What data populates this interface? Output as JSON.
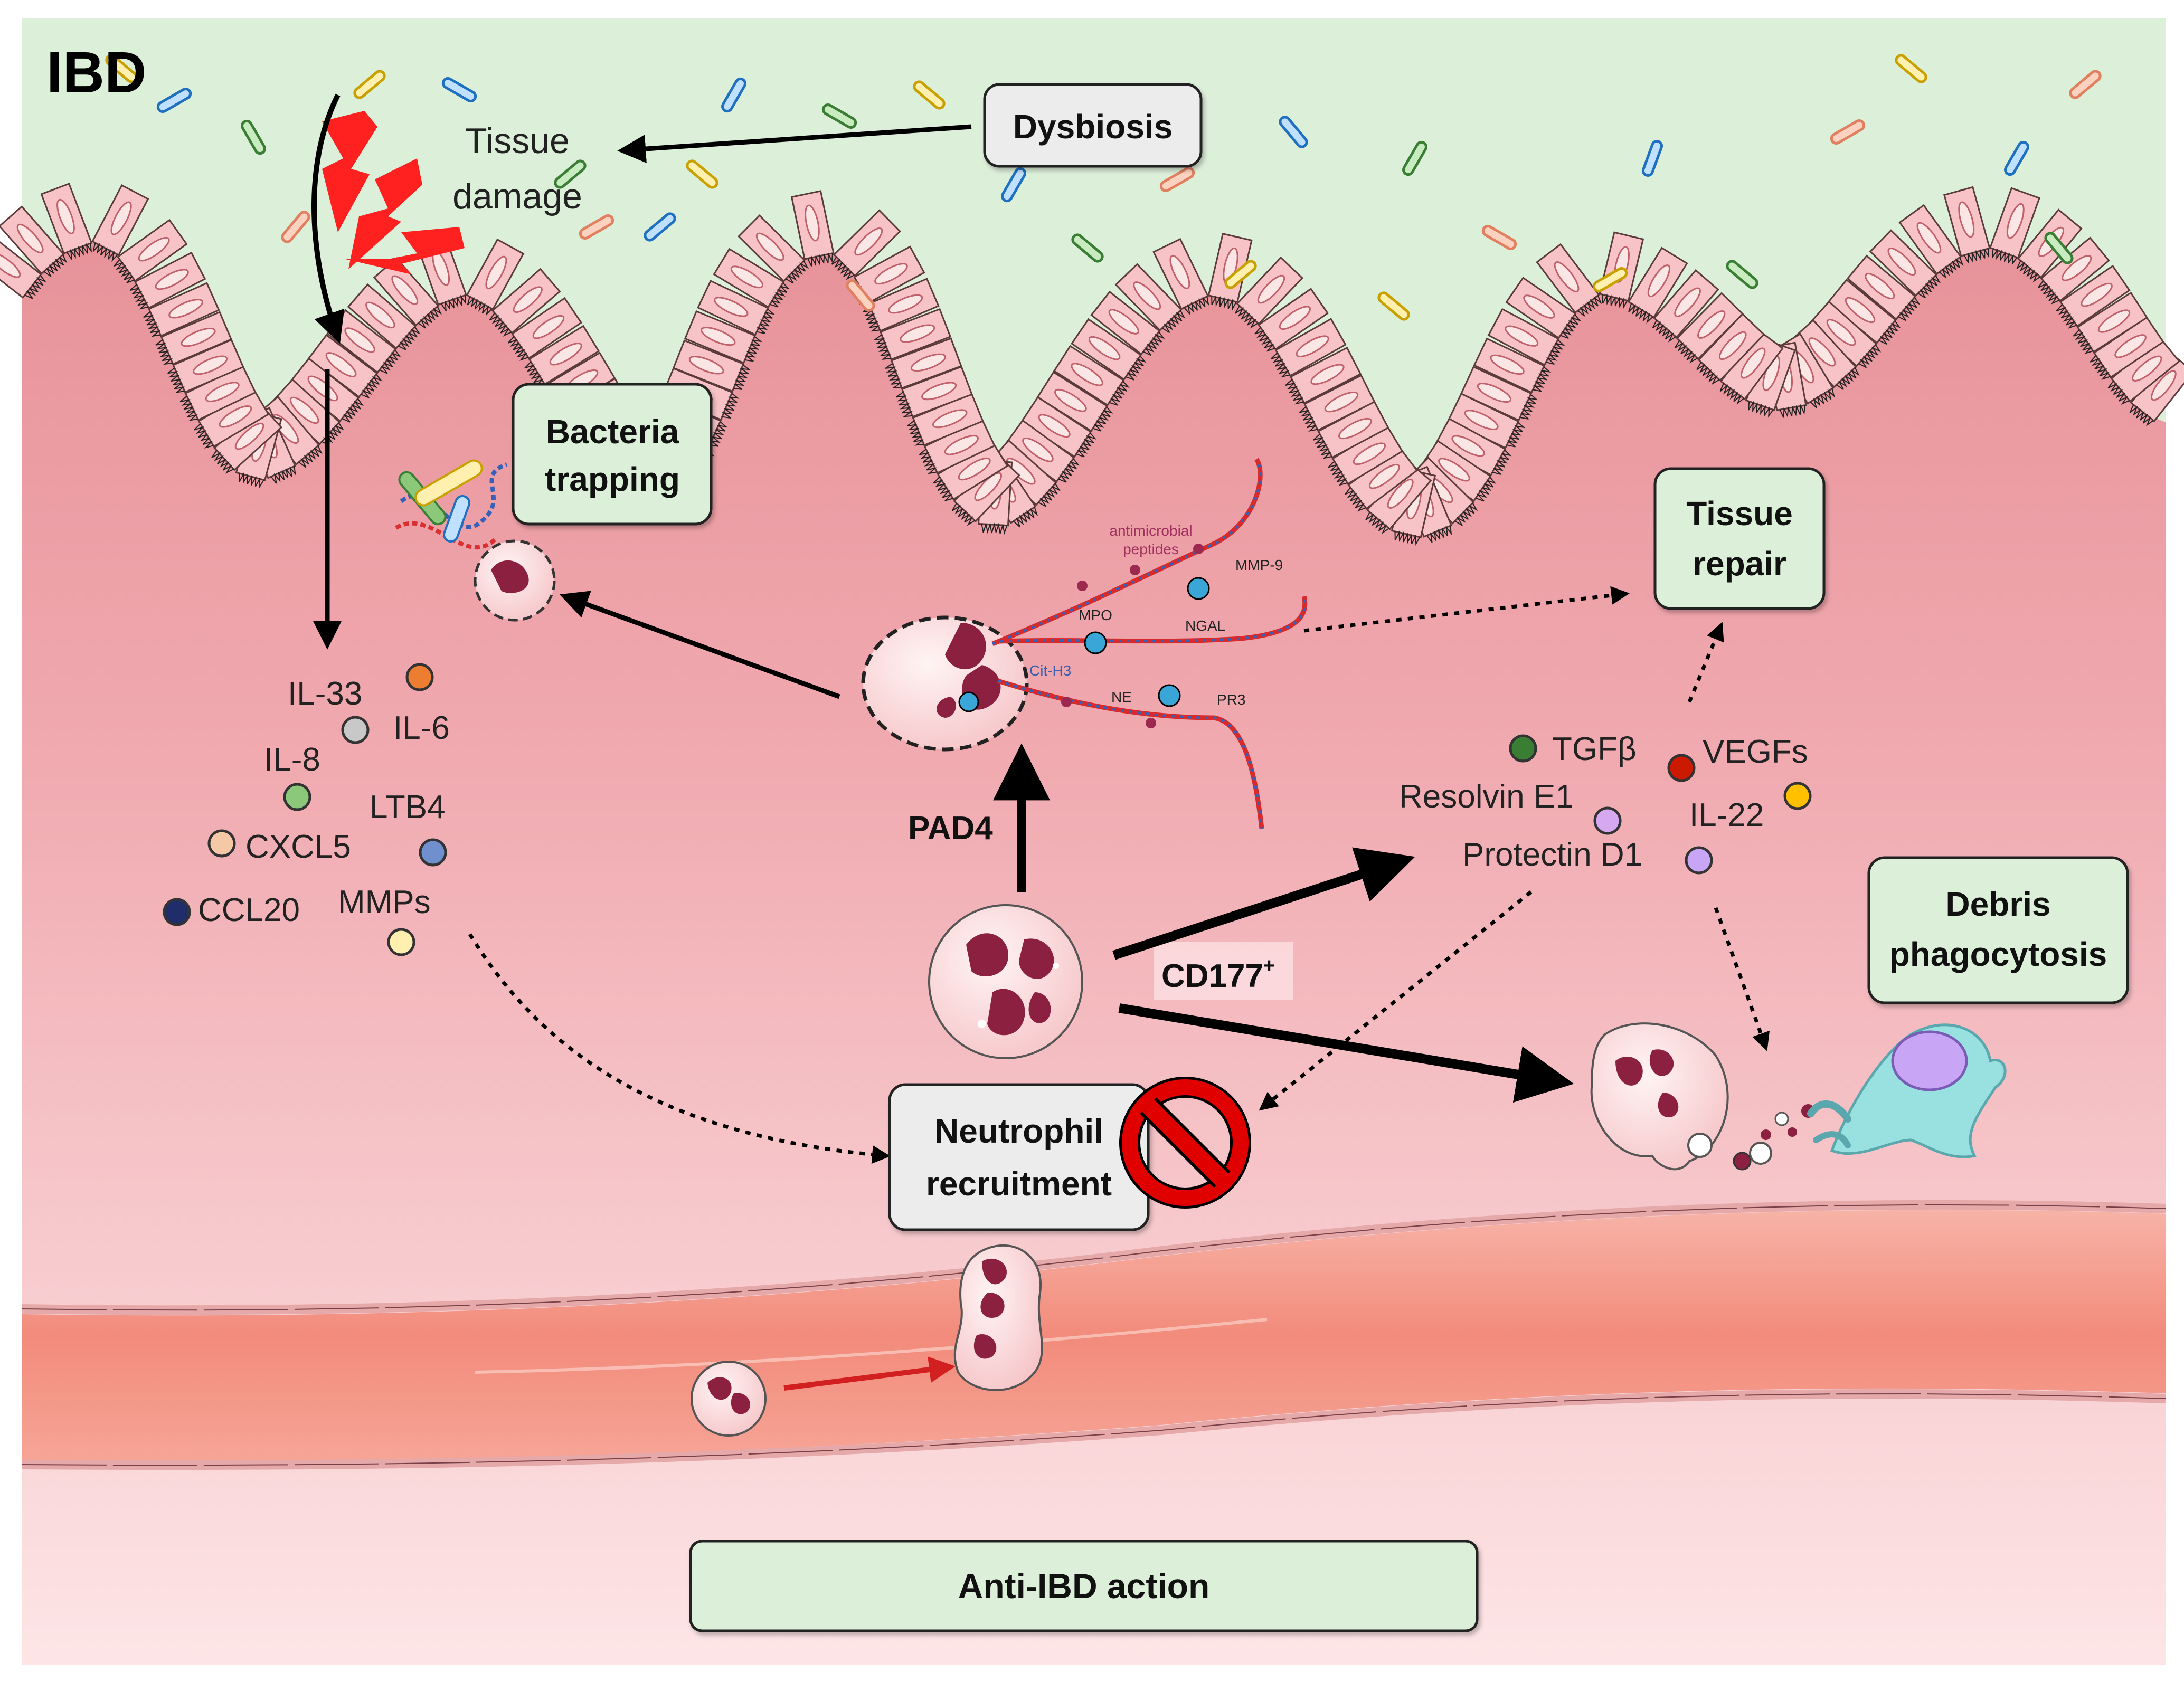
{
  "title": "IBD",
  "labels": {
    "tissue_damage_line1": "Tissue",
    "tissue_damage_line2": "damage",
    "dysbiosis": "Dysbiosis",
    "bacteria_trapping_line1": "Bacteria",
    "bacteria_trapping_line2": "trapping",
    "tissue_repair_line1": "Tissue",
    "tissue_repair_line2": "repair",
    "debris_line1": "Debris",
    "debris_line2": "phagocytosis",
    "neutrophil_recruitment_line1": "Neutrophil",
    "neutrophil_recruitment_line2": "recruitment",
    "anti_ibd_action": "Anti-IBD action",
    "pad4": "PAD4",
    "cd177_main": "CD177",
    "cd177_sup": "+"
  },
  "net_components": {
    "antimicrobial_line1": "antimicrobial",
    "antimicrobial_line2": "peptides",
    "mmp9": "MMP-9",
    "mpo": "MPO",
    "ngal": "NGAL",
    "cit_h3": "Cit-H3",
    "ne": "NE",
    "pr3": "PR3"
  },
  "pro_inflammatory_mediators": [
    {
      "label": "IL-33",
      "color": "#c8c8c8"
    },
    {
      "label": "IL-6",
      "color": "#ed7d31"
    },
    {
      "label": "IL-8",
      "color": "#8bc87a"
    },
    {
      "label": "LTB4",
      "color": "#6f8fcf"
    },
    {
      "label": "CXCL5",
      "color": "#f6c9a6"
    },
    {
      "label": "CCL20",
      "color": "#1f2d6b"
    },
    {
      "label": "MMPs",
      "color": "#fff0b0"
    }
  ],
  "anti_inflammatory_mediators": [
    {
      "label": "TGFβ",
      "color": "#3a7d35"
    },
    {
      "label": "VEGFs",
      "color": "#cc1a00"
    },
    {
      "label": "Resolvin E1",
      "color": "#d6a8f0"
    },
    {
      "label": "IL-22",
      "color": "#ffc000"
    },
    {
      "label": "Protectin D1",
      "color": "#c8a6f5"
    }
  ],
  "colors": {
    "lumen": "#dcefd9",
    "tissue_top": "#e89197",
    "tissue_bottom": "#fbdcde",
    "box_green": "#dcefd9",
    "box_grey": "#ececec",
    "epithelial_cell": "#f7c3c6",
    "vessel": "#f39a8a"
  }
}
